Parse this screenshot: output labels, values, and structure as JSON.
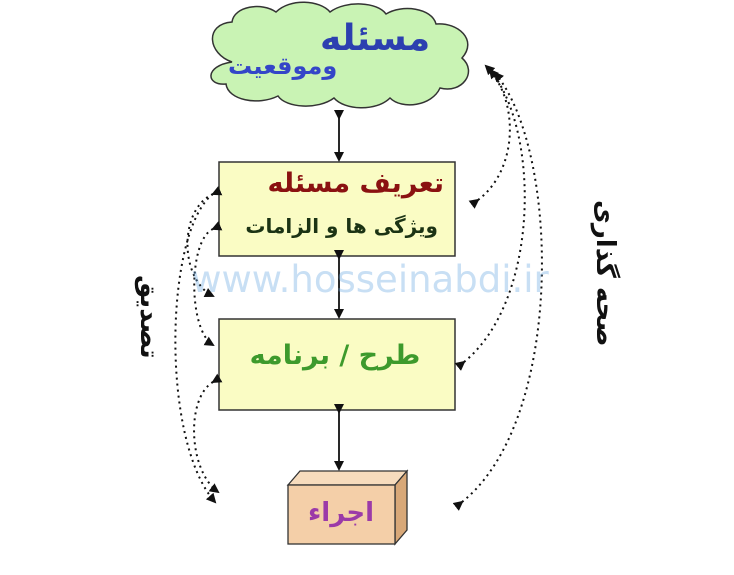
{
  "cloud": {
    "title": "مسئله",
    "subtitle": "وموقعیت",
    "fill": "#c9f3b4"
  },
  "definition_box": {
    "title": "تعریف مسئله",
    "subtitle": "ویژگی ها و الزامات",
    "fill": "#fafcc4"
  },
  "design_box": {
    "label": "طرح / برنامه",
    "fill": "#fafcc4"
  },
  "execution_box": {
    "label": "اجراء",
    "fill": "#f4cfa8"
  },
  "side_labels": {
    "left": "تصدیق",
    "right": "صحه گذاری"
  },
  "watermark": "www.hosseinabdi.ir"
}
